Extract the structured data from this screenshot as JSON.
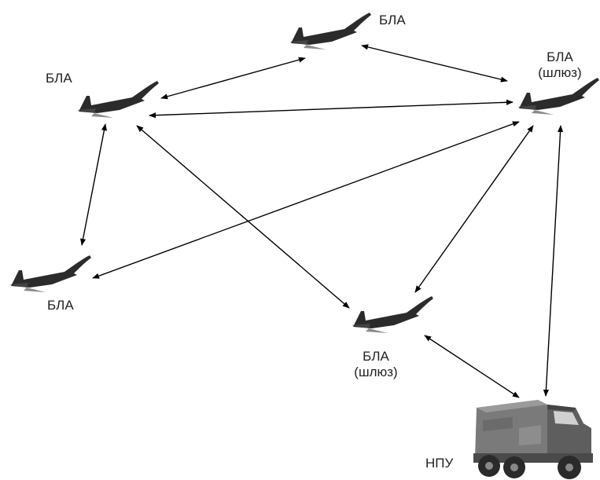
{
  "nodes": [
    {
      "id": "uav-top",
      "label": "БЛА",
      "sublabel": ""
    },
    {
      "id": "uav-left",
      "label": "БЛА",
      "sublabel": ""
    },
    {
      "id": "uav-gw-right",
      "label": "БЛА",
      "sublabel": "(шлюз)"
    },
    {
      "id": "uav-bottom-left",
      "label": "БЛА",
      "sublabel": ""
    },
    {
      "id": "uav-gw-mid",
      "label": "БЛА",
      "sublabel": "(шлюз)"
    },
    {
      "id": "gcs",
      "label": "НПУ",
      "sublabel": ""
    }
  ],
  "links": [
    {
      "from": "uav-top",
      "to": "uav-left"
    },
    {
      "from": "uav-top",
      "to": "uav-gw-right"
    },
    {
      "from": "uav-left",
      "to": "uav-gw-right"
    },
    {
      "from": "uav-left",
      "to": "uav-bottom-left"
    },
    {
      "from": "uav-left",
      "to": "uav-gw-mid"
    },
    {
      "from": "uav-bottom-left",
      "to": "uav-gw-right"
    },
    {
      "from": "uav-gw-right",
      "to": "uav-gw-mid"
    },
    {
      "from": "uav-gw-right",
      "to": "gcs"
    },
    {
      "from": "uav-gw-mid",
      "to": "gcs"
    }
  ],
  "colors": {
    "line": "#000000",
    "uav": "#2b2b2b",
    "truck": "#6b6b6b"
  },
  "icons": {
    "uav": "uav-icon",
    "ground_station": "truck-icon"
  }
}
